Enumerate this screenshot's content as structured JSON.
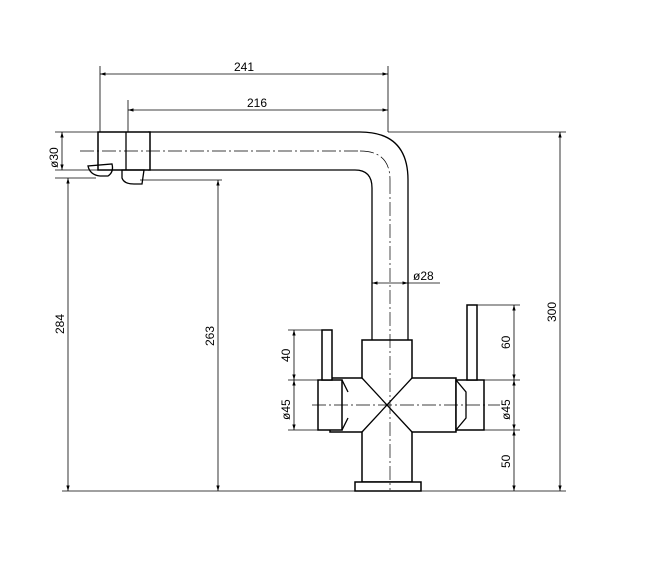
{
  "drawing": {
    "subject": "Kitchen mixer tap technical drawing",
    "dimensions": {
      "spout_reach_total": "241",
      "spout_reach_inner": "216",
      "spout_diameter": "ø30",
      "body_diameter": "ø28",
      "total_height": "300",
      "outlet_height": "284",
      "under_spout_height": "263",
      "left_handle_height": "40",
      "left_valve_diameter": "ø45",
      "right_handle_height": "60",
      "right_valve_diameter": "ø45",
      "base_height": "50"
    }
  }
}
